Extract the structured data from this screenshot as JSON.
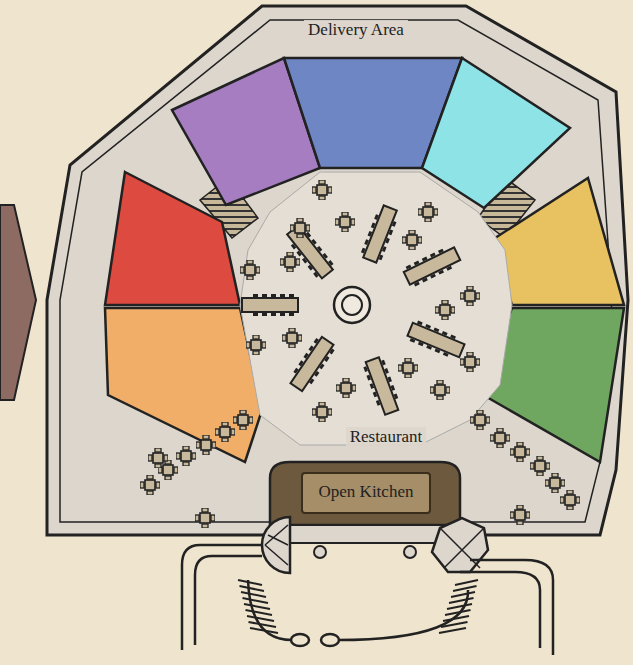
{
  "diagram": {
    "nodes": [
      {
        "text": [
          "Delivery Area"
        ]
      },
      {
        "text": [
          "Restaurant"
        ]
      },
      {
        "text": [
          "Open Kitchen"
        ]
      }
    ]
  }
}
